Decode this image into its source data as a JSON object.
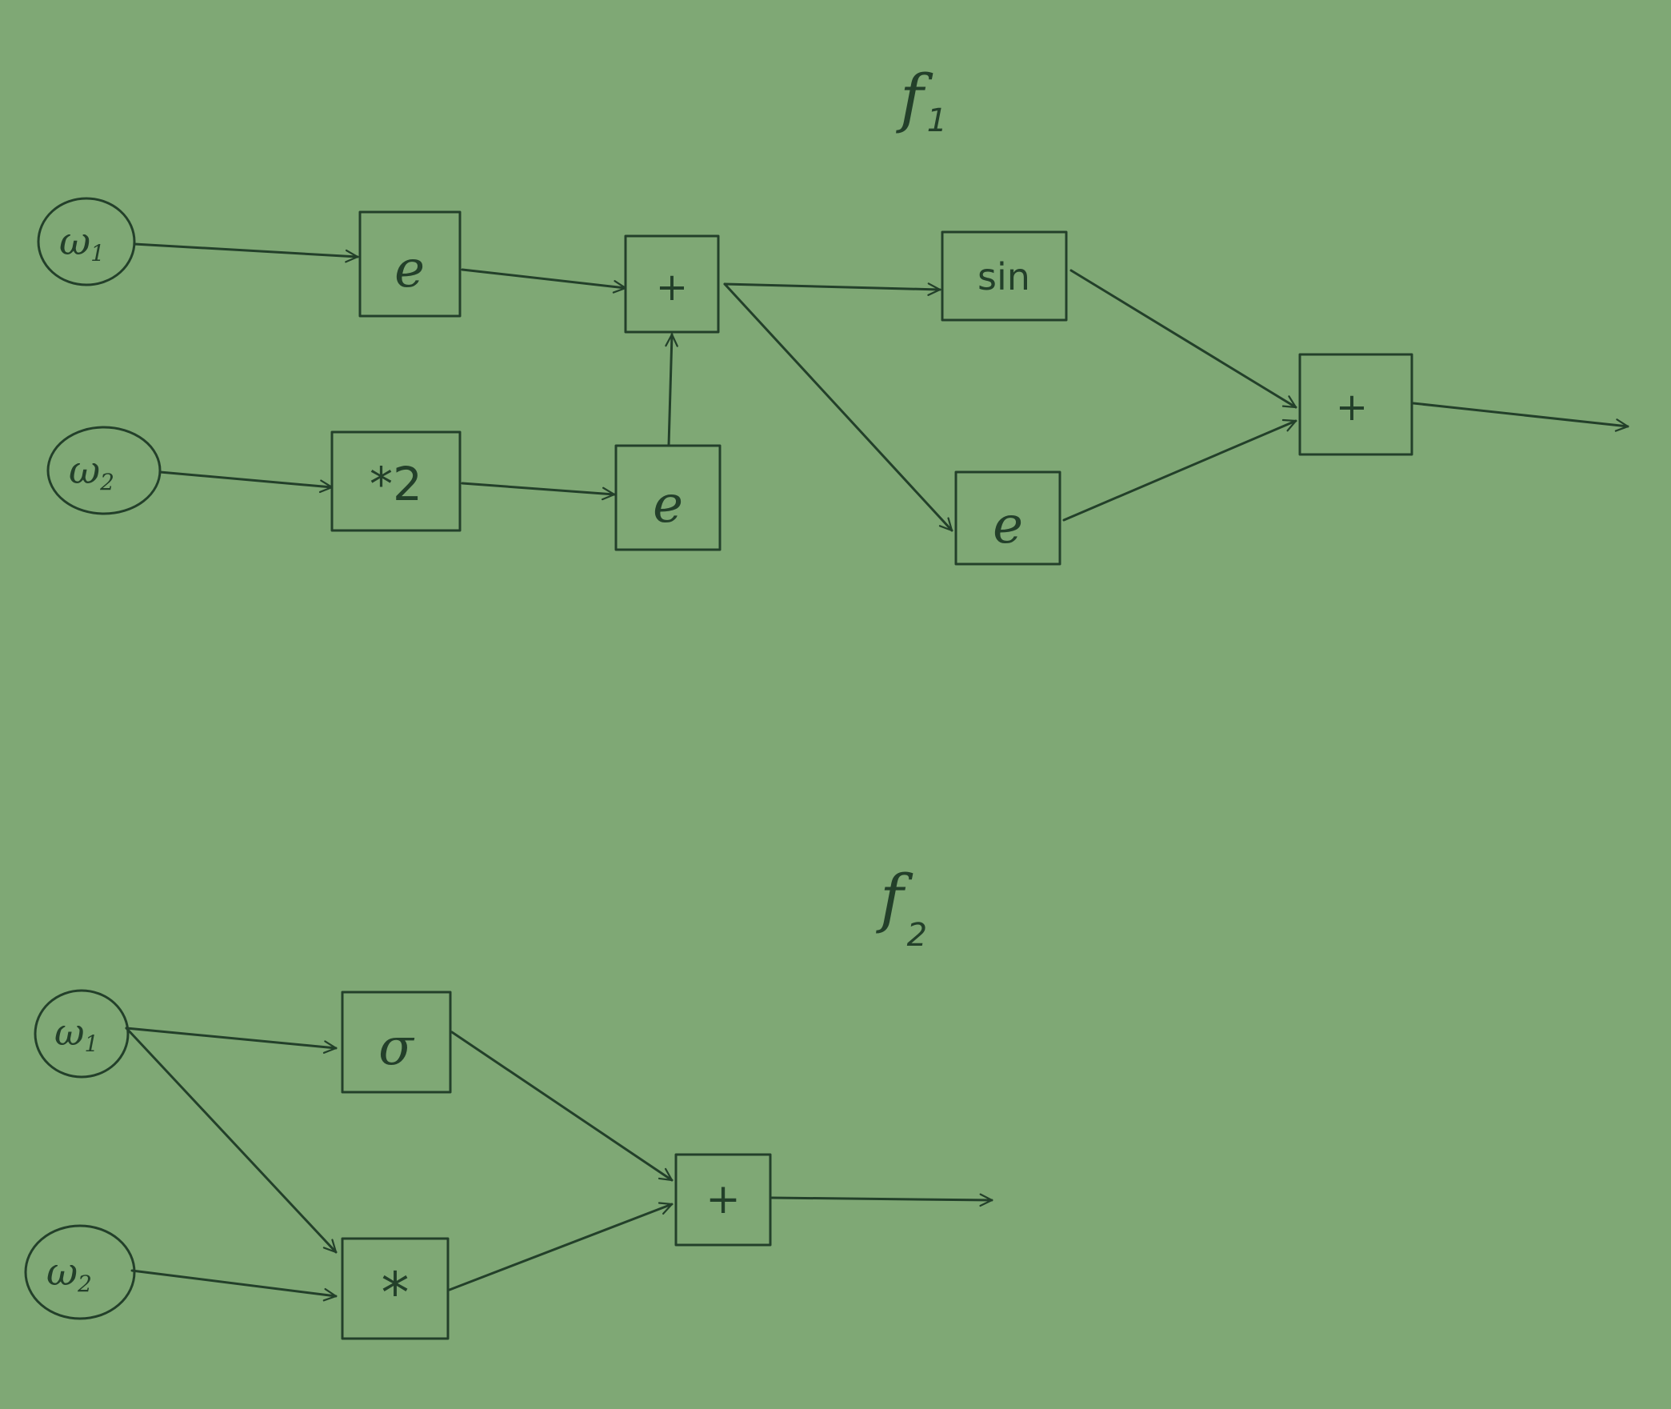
{
  "background_color": "#7fa875",
  "ink_color": "#23402a",
  "f1": {
    "title": "f",
    "title_subscript": "1",
    "inputs": [
      {
        "base": "ω",
        "sub": "1"
      },
      {
        "base": "ω",
        "sub": "2"
      }
    ],
    "ops": {
      "exp_w1": "e",
      "mul2": "*2",
      "exp_mul2": "e",
      "add_inner": "+",
      "sin": "sin",
      "exp_sum": "e",
      "add_out": "+"
    }
  },
  "f2": {
    "title": "f",
    "title_subscript": "2",
    "inputs": [
      {
        "base": "ω",
        "sub": "1"
      },
      {
        "base": "ω",
        "sub": "2"
      }
    ],
    "ops": {
      "sigma": "σ",
      "mul": "*",
      "add": "+"
    }
  }
}
